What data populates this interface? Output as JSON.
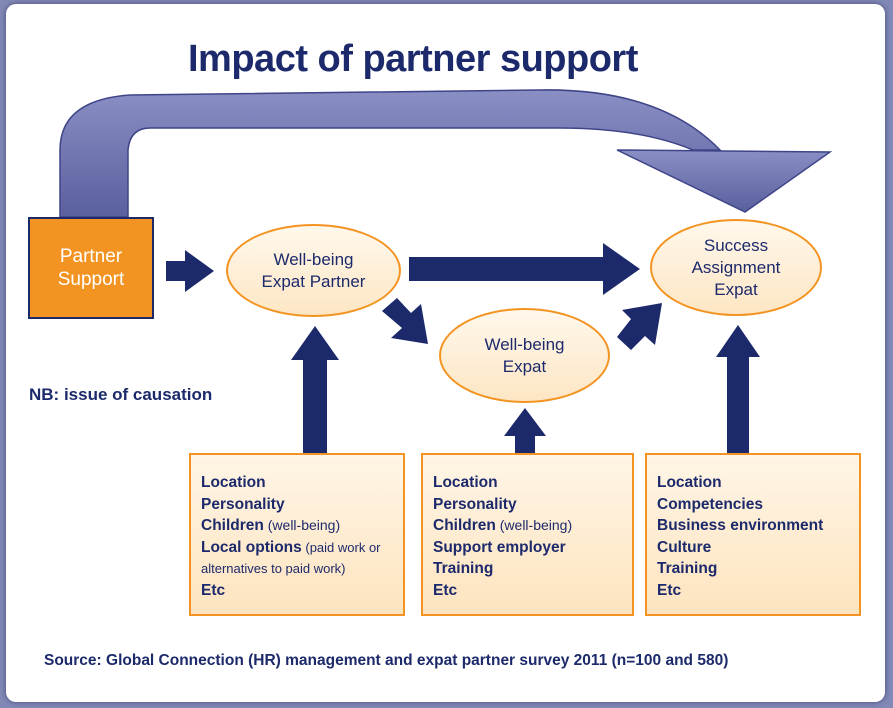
{
  "title": "Impact of partner support",
  "partner_support": [
    "Partner",
    "Support"
  ],
  "nodes": {
    "wellbeing_partner": [
      "Well-being",
      "Expat Partner"
    ],
    "wellbeing_expat": [
      "Well-being",
      "Expat"
    ],
    "success": [
      "Success",
      "Assignment",
      "Expat"
    ]
  },
  "note": "NB: issue of causation",
  "factor_boxes": [
    {
      "rows": [
        {
          "strong": "Location"
        },
        {
          "strong": "Personality"
        },
        {
          "strong": "Children",
          "light": " (well-being)"
        },
        {
          "strong": "Local options",
          "light": " (paid work or"
        },
        {
          "small": "alternatives to paid work)"
        },
        {
          "strong": "Etc"
        }
      ]
    },
    {
      "rows": [
        {
          "strong": "Location"
        },
        {
          "strong": "Personality"
        },
        {
          "strong": "Children",
          "light": " (well-being)"
        },
        {
          "strong": "Support employer"
        },
        {
          "strong": "Training"
        },
        {
          "strong": "Etc"
        }
      ]
    },
    {
      "rows": [
        {
          "strong": "Location"
        },
        {
          "strong": "Competencies"
        },
        {
          "strong": "Business environment"
        },
        {
          "strong": "Culture"
        },
        {
          "strong": "Training"
        },
        {
          "strong": "Etc"
        }
      ]
    }
  ],
  "source": "Source:  Global Connection (HR) management and expat partner survey 2011 (n=100 and 580)",
  "colors": {
    "navy": "#1c2a6b",
    "orange": "#f39422",
    "arc": "#6a6fae",
    "background": "#8289b6"
  }
}
